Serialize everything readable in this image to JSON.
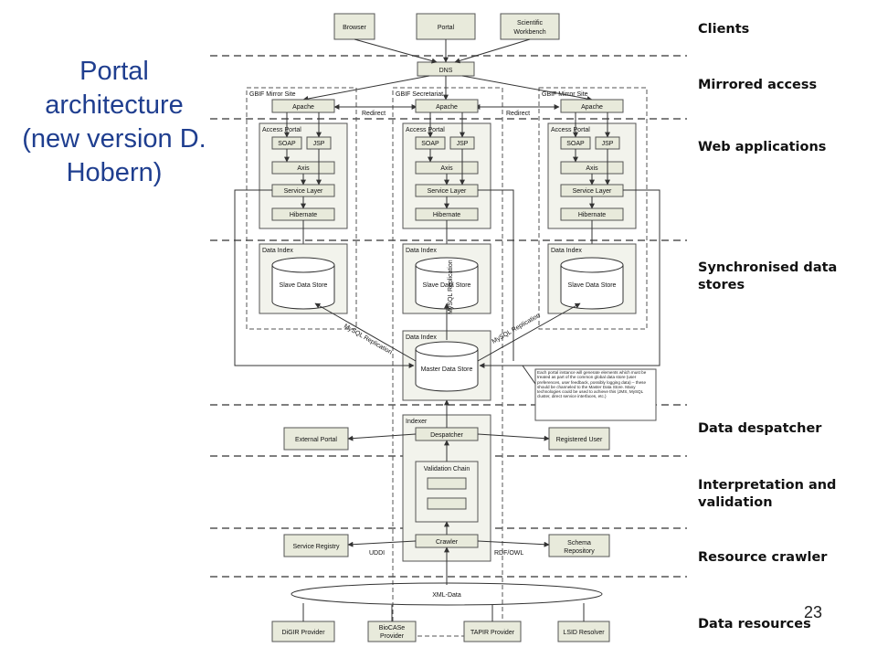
{
  "slide": {
    "title": "Portal architecture (new version D. Hobern)",
    "page_number": "23",
    "colors": {
      "title": "#1f3e8f",
      "box_fill": "#e8eadb",
      "group_fill": "#f2f3ec",
      "line": "#333333"
    }
  },
  "layers": [
    "Clients",
    "Mirrored access",
    "Web applications",
    "Synchronised data stores",
    "Data despatcher",
    "Interpretation and validation",
    "Resource crawler",
    "Data resources"
  ],
  "clients": [
    "Browser",
    "Portal",
    "Scientific Workbench"
  ],
  "dns": "DNS",
  "sites": [
    "GBIF Mirror Site",
    "GBIF Secretariat",
    "GBIF Mirror Site"
  ],
  "apache": "Apache",
  "redirect": "Redirect",
  "access_portal": "Access Portal",
  "soap": "SOAP",
  "jsp": "JSP",
  "axis": "Axis",
  "service_layer": "Service Layer",
  "hibernate": "Hibernate",
  "data_index": "Data Index",
  "slave_store": "Slave Data Store",
  "master_store": "Master Data Store",
  "replication": "MySQL Replication",
  "replication_vertical": "MySQL Replication",
  "note": "Each portal instance will generate elements which must be treated as part of the common global data store (user preferences, user feedback, possibly logging data) – these should be channeled to the Master Data Store. Many technologies could be used to achieve this (JMS, MySQL cluster, direct service interfaces, etc.)",
  "indexer": "Indexer",
  "despatcher": "Despatcher",
  "external_portal": "External Portal",
  "registered_user": "Registered User",
  "validation_chain": "Validation Chain",
  "crawler": "Crawler",
  "service_registry": "Service Registry",
  "schema_repository": "Schema Repository",
  "uddi": "UDDI",
  "rdf_owl": "RDF/OWL",
  "xml_data": "XML-Data",
  "providers": [
    "DiGIR Provider",
    "BioCASe Provider",
    "TAPIR Provider",
    "LSID Resolver"
  ]
}
